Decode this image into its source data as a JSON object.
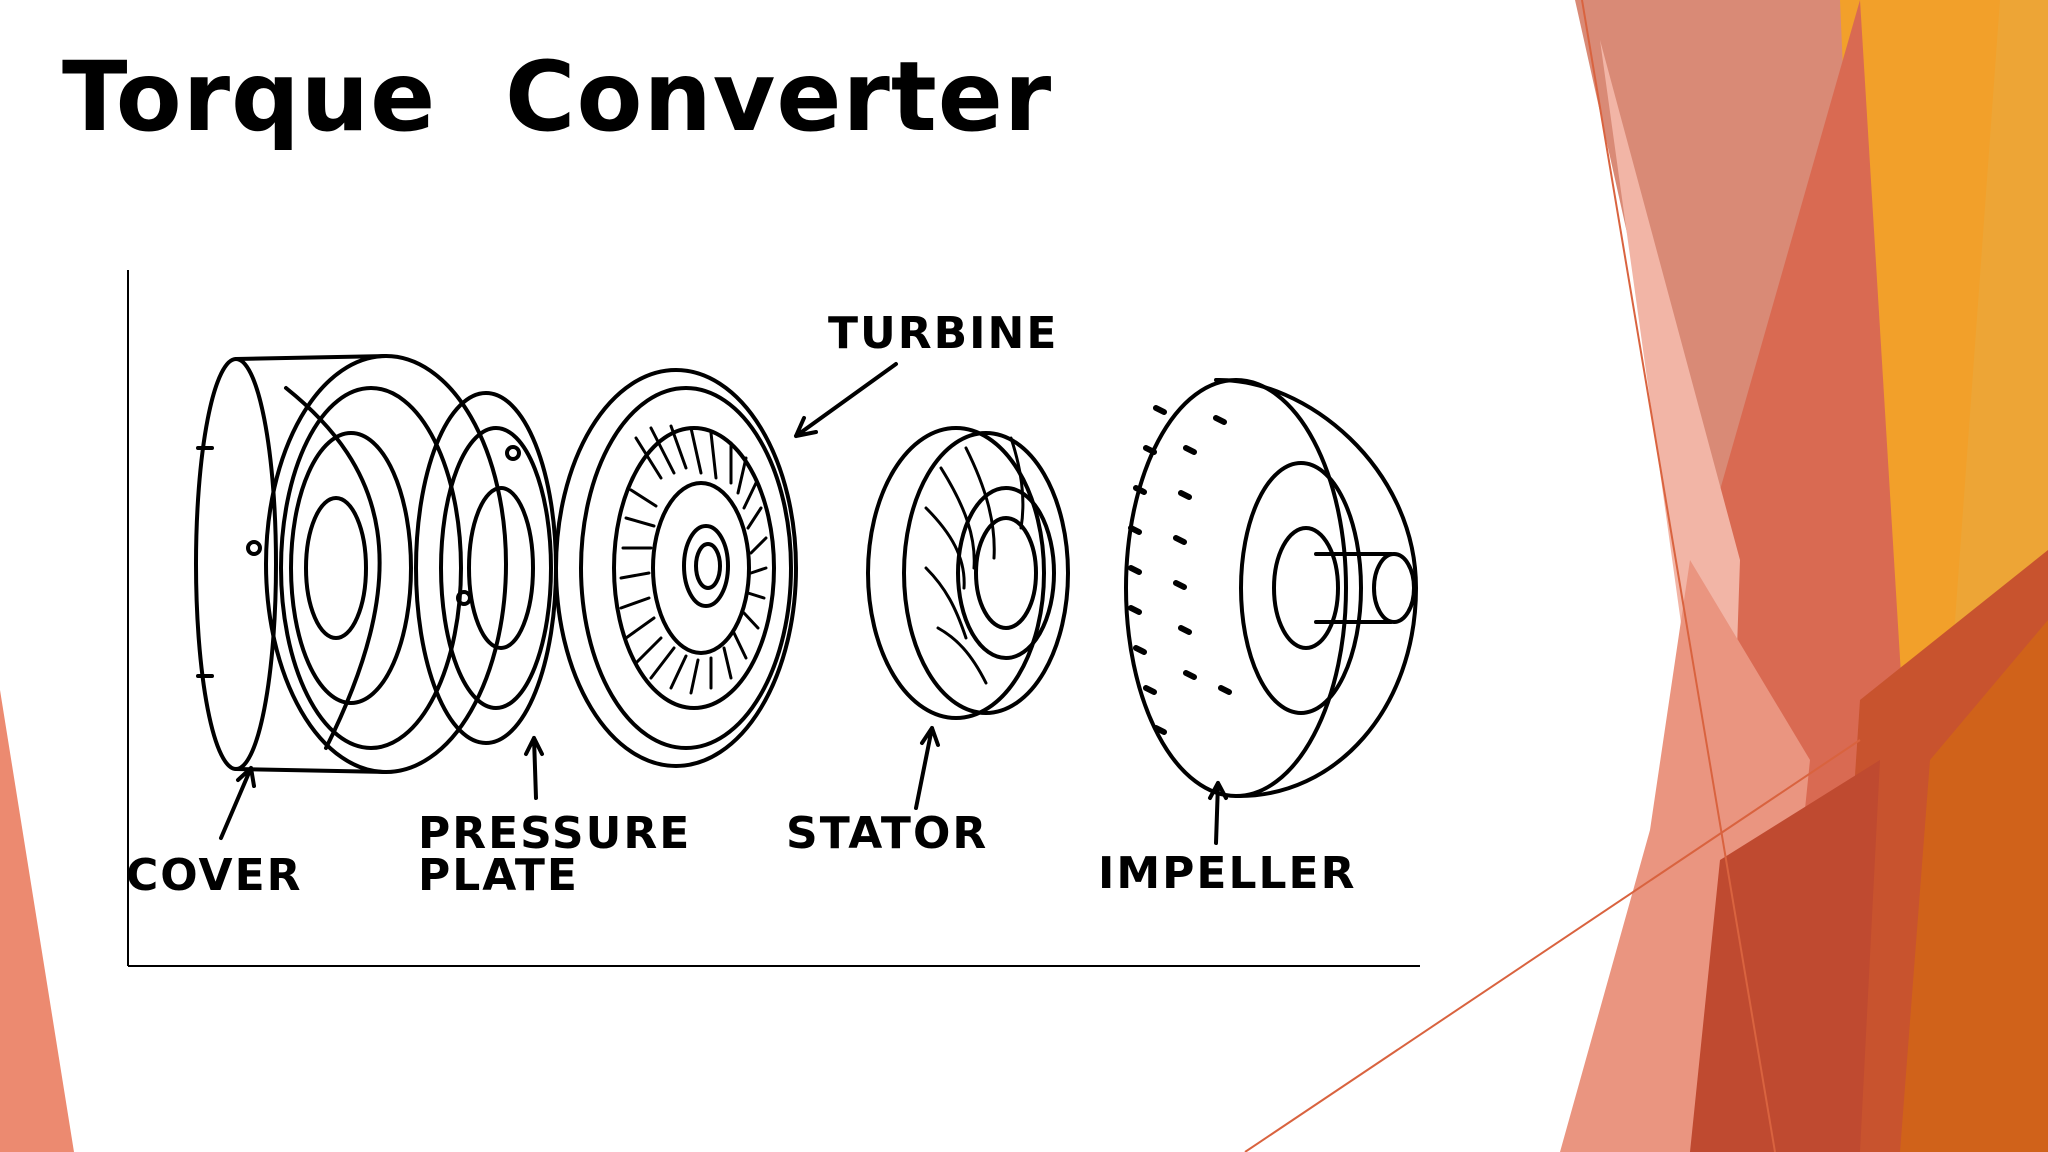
{
  "slide": {
    "title": "Torque  Converter"
  },
  "diagram": {
    "labels": {
      "turbine": "TURBINE",
      "cover": "COVER",
      "pressure_plate_line1": "PRESSURE",
      "pressure_plate_line2": "PLATE",
      "stator": "STATOR",
      "impeller": "IMPELLER"
    }
  },
  "colors": {
    "accent_orange": "#F3A11F",
    "accent_coral": "#D95F45",
    "accent_salmon": "#EC8A70",
    "accent_dark_orange": "#D0621A"
  }
}
